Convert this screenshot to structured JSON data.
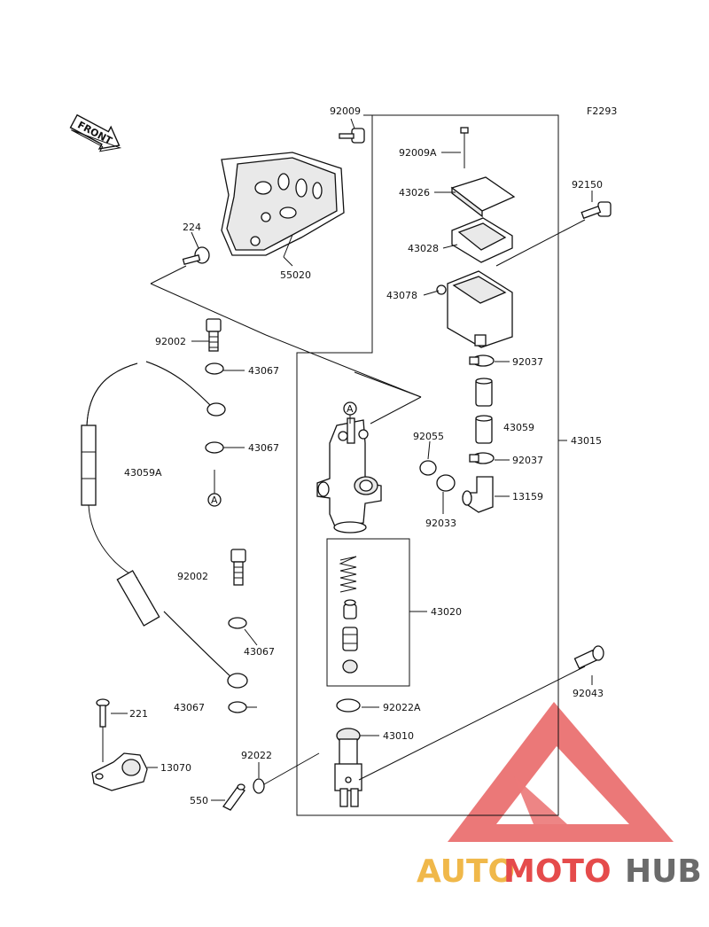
{
  "figure_code": "F2293",
  "front_arrow_text": "FRONT",
  "callout_A": "A",
  "parts": {
    "p92009": "92009",
    "p92009A": "92009A",
    "p43026": "43026",
    "p92150": "92150",
    "p43028": "43028",
    "p224": "224",
    "p55020": "55020",
    "p43078": "43078",
    "p92002_top": "92002",
    "p43067_a": "43067",
    "p92037_top": "92037",
    "p43059": "43059",
    "p43015": "43015",
    "p92055": "92055",
    "p43067_b": "43067",
    "p43059A": "43059A",
    "p92037_bot": "92037",
    "p13159": "13159",
    "p92033": "92033",
    "p92002_mid": "92002",
    "p43020": "43020",
    "p43067_c": "43067",
    "p92043": "92043",
    "p221": "221",
    "p43067_d": "43067",
    "p92022A": "92022A",
    "p43010": "43010",
    "p92022": "92022",
    "p13070": "13070",
    "p550": "550"
  },
  "watermark": {
    "text_auto": "AUTO",
    "text_moto": "MOTO",
    "text_hub": "HUB",
    "colors": {
      "auto": "#f0b84a",
      "moto": "#e54b4b",
      "hub": "#6b6b6b",
      "triangle": "#e54b4b"
    }
  }
}
